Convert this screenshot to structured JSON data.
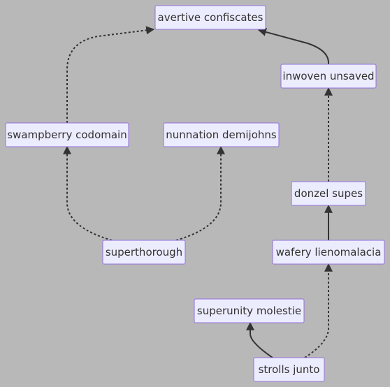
{
  "diagram": {
    "type": "flowchart",
    "nodes": [
      {
        "id": "avertive",
        "label": "avertive confiscates"
      },
      {
        "id": "inwoven",
        "label": "inwoven unsaved"
      },
      {
        "id": "swampberry",
        "label": "swampberry codomain"
      },
      {
        "id": "nunnation",
        "label": "nunnation demijohns"
      },
      {
        "id": "donzel",
        "label": "donzel supes"
      },
      {
        "id": "superthorough",
        "label": "superthorough"
      },
      {
        "id": "wafery",
        "label": "wafery lienomalacia"
      },
      {
        "id": "superunity",
        "label": "superunity molestie"
      },
      {
        "id": "strolls",
        "label": "strolls junto"
      }
    ],
    "edges": [
      {
        "from": "swampberry",
        "to": "avertive",
        "style": "dotted"
      },
      {
        "from": "inwoven",
        "to": "avertive",
        "style": "solid"
      },
      {
        "from": "donzel",
        "to": "inwoven",
        "style": "dotted"
      },
      {
        "from": "superthorough",
        "to": "swampberry",
        "style": "dotted"
      },
      {
        "from": "superthorough",
        "to": "nunnation",
        "style": "dotted"
      },
      {
        "from": "wafery",
        "to": "donzel",
        "style": "solid"
      },
      {
        "from": "strolls",
        "to": "superunity",
        "style": "solid"
      },
      {
        "from": "strolls",
        "to": "wafery",
        "style": "dotted"
      }
    ],
    "colors": {
      "background": "#b8b8b8",
      "node_fill": "#ececff",
      "node_border": "#9370db",
      "edge": "#333333",
      "text": "#333333"
    }
  }
}
